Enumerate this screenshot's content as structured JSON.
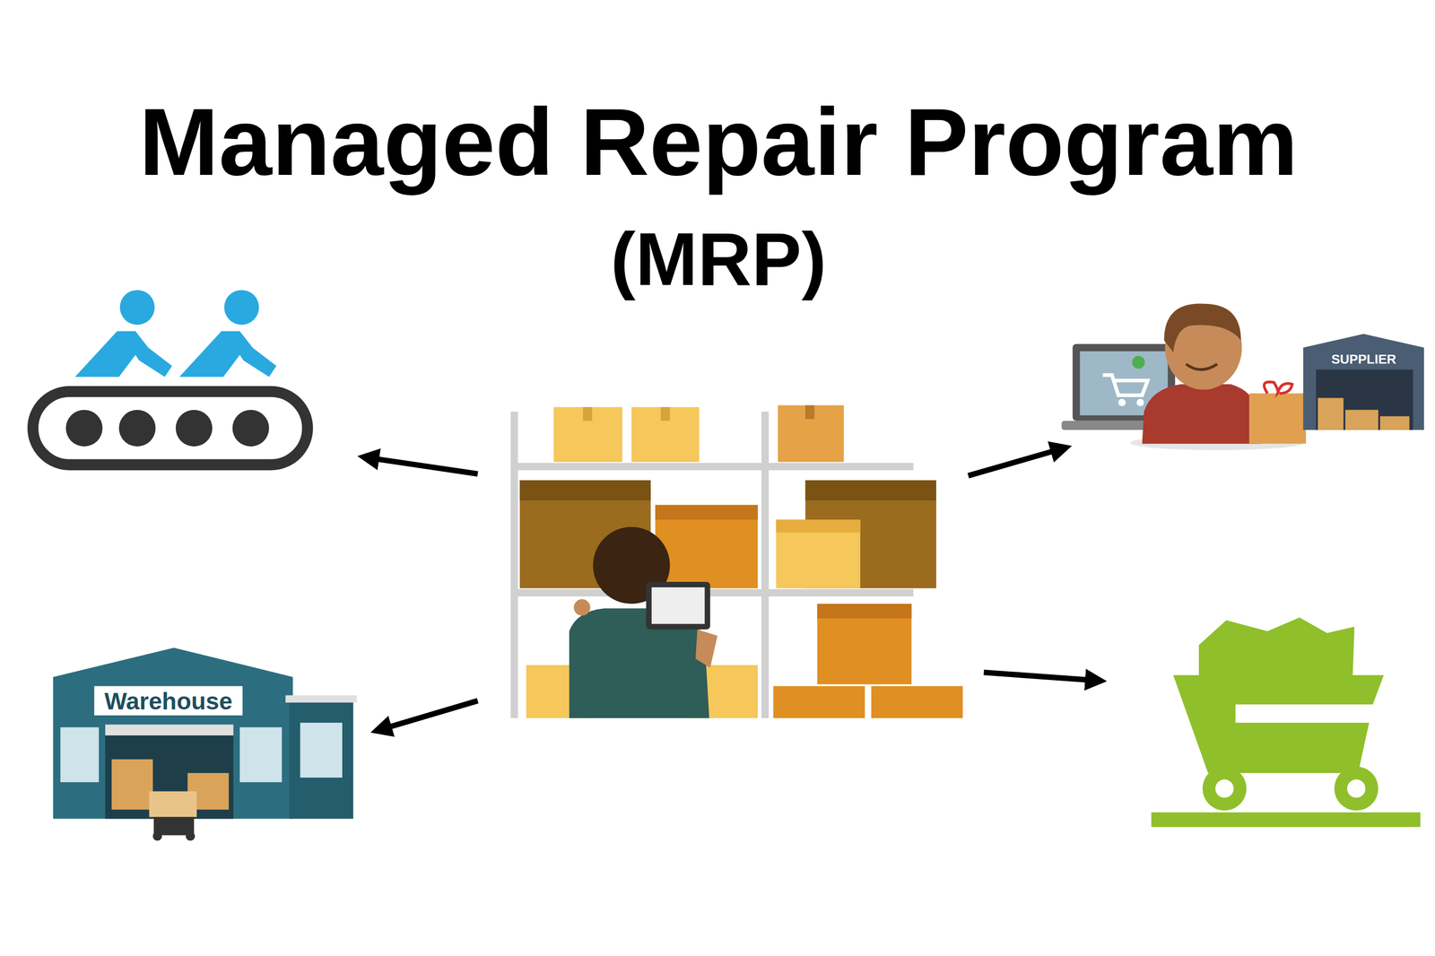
{
  "diagram": {
    "title": "Managed Repair Program",
    "labels": [
      "(MRP)",
      "Warehouse",
      "SUPPLIER"
    ]
  }
}
